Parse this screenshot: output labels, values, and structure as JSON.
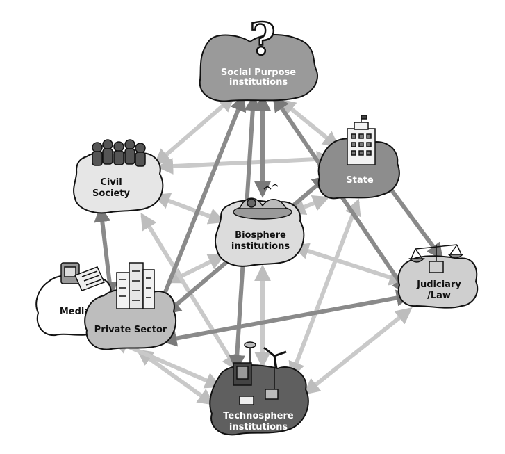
{
  "nodes": {
    "social_purpose": {
      "line1": "Social Purpose",
      "line2": "institutions",
      "icon": "question-mark-icon",
      "fill": "#9a9a9a",
      "text_color": "#ffffff"
    },
    "civil_society": {
      "line1": "Civil",
      "line2": "Society",
      "icon": "crowd-icon",
      "fill": "#e6e6e6",
      "text_color": "#111111"
    },
    "state": {
      "line1": "State",
      "icon": "government-building-icon",
      "fill": "#8d8d8d",
      "text_color": "#ffffff"
    },
    "biosphere": {
      "line1": "Biosphere",
      "line2": "institutions",
      "icon": "landscape-icon",
      "fill": "#dcdcdc",
      "text_color": "#111111"
    },
    "judiciary": {
      "line1": "Judiciary",
      "line2": "/Law",
      "icon": "scales-icon",
      "fill": "#cfcfcf",
      "text_color": "#111111"
    },
    "media": {
      "line1": "Media",
      "icon": "tv-newspaper-icon",
      "fill": "#ffffff",
      "text_color": "#111111"
    },
    "private_sector": {
      "line1": "Private Sector",
      "icon": "office-buildings-icon",
      "fill": "#bdbdbd",
      "text_color": "#111111"
    },
    "technosphere": {
      "line1": "Technosphere",
      "line2": "institutions",
      "icon": "technology-icon",
      "fill": "#5f5f5f",
      "text_color": "#ffffff"
    }
  },
  "arrow_colors": {
    "strong": "#8a8a8a",
    "light": "#c9c9c9"
  }
}
